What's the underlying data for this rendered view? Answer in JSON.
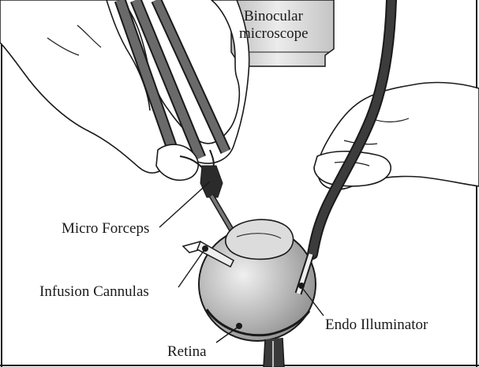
{
  "labels": {
    "microscope_line1": "Binocular",
    "microscope_line2": "microscope",
    "forceps": "Micro Forceps",
    "cannulas": "Infusion Cannulas",
    "illuminator": "Endo Illuminator",
    "retina": "Retina"
  },
  "colors": {
    "instrument": "#5a5a5a",
    "instrument_dark": "#2b2b2b",
    "outline": "#1a1a1a",
    "eyeball_fill": "#a8a8a8",
    "eyeball_highlight": "#e6e6e6",
    "microscope_fill": "#d4d4d4"
  }
}
